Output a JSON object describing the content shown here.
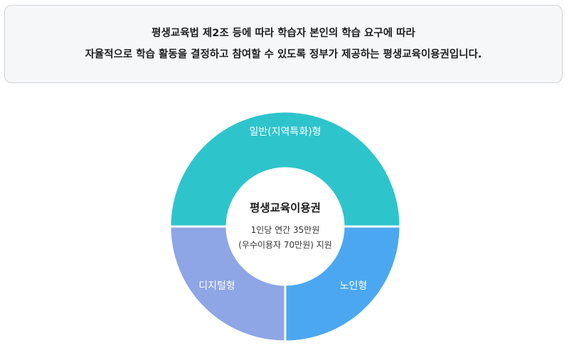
{
  "intro": {
    "line1": "평생교육법 제2조 등에 따라 학습자 본인의 학습 요구에 따라",
    "line2": "자율적으로 학습 활동을 결정하고 참여할 수 있도록 정부가 제공하는 평생교육이용권입니다."
  },
  "diagram": {
    "center": {
      "title": "평생교육이용권",
      "sub1": "1인당 연간  35만원",
      "sub2": "(우수이용자 70만원) 지원"
    },
    "segments": [
      {
        "label": "일반(지역특화)형",
        "color": "#2ec4cc"
      },
      {
        "label": "디지털형",
        "color": "#8ea5e6"
      },
      {
        "label": "노인형",
        "color": "#4ba8f0"
      }
    ]
  }
}
